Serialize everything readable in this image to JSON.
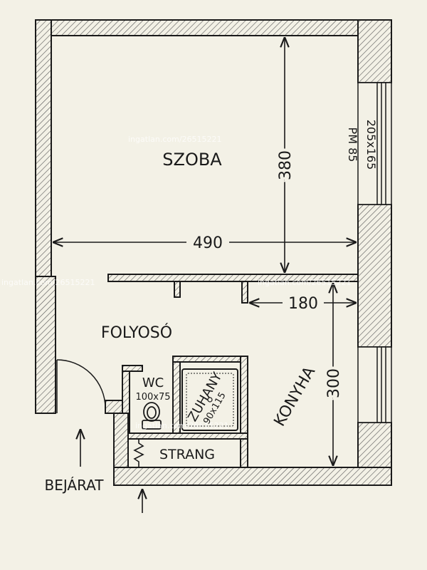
{
  "rooms": {
    "szoba": "SZOBA",
    "folyoso": "FOLYOSÓ",
    "konyha": "KONYHA",
    "wc": "WC",
    "wc_size": "100x75",
    "zuhany": "ZUHANY",
    "zuhany_size": "90x115",
    "strang": "STRANG",
    "bejarat": "BEJÁRAT"
  },
  "dimensions": {
    "szoba_width": "490",
    "szoba_height": "380",
    "konyha_width": "180",
    "konyha_height": "300"
  },
  "window": {
    "size": "205x165",
    "type": "PM 85"
  },
  "watermark": {
    "text": "ingatlan.com/26515221"
  },
  "colors": {
    "paper": "#f3f1e6",
    "wall_line": "#1a1a1a",
    "hatch": "#555555"
  }
}
